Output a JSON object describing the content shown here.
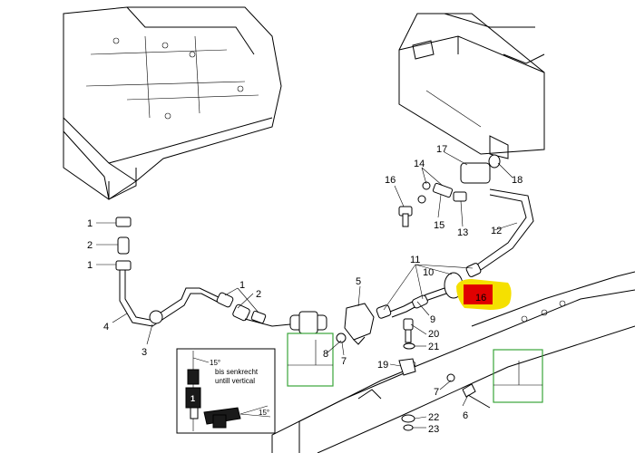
{
  "callouts": [
    {
      "id": "c1a",
      "text": "1"
    },
    {
      "id": "c2a",
      "text": "2"
    },
    {
      "id": "c1b",
      "text": "1"
    },
    {
      "id": "c4",
      "text": "4"
    },
    {
      "id": "c3",
      "text": "3"
    },
    {
      "id": "c1c",
      "text": "1"
    },
    {
      "id": "c2b",
      "text": "2"
    },
    {
      "id": "c5",
      "text": "5"
    },
    {
      "id": "c8",
      "text": "8"
    },
    {
      "id": "c7a",
      "text": "7"
    },
    {
      "id": "c9",
      "text": "9"
    },
    {
      "id": "c11",
      "text": "11"
    },
    {
      "id": "c10",
      "text": "10"
    },
    {
      "id": "c16",
      "text": "16"
    },
    {
      "id": "c14",
      "text": "14"
    },
    {
      "id": "c17",
      "text": "17"
    },
    {
      "id": "c18",
      "text": "18"
    },
    {
      "id": "c15",
      "text": "15"
    },
    {
      "id": "c13",
      "text": "13"
    },
    {
      "id": "c12",
      "text": "12"
    },
    {
      "id": "c20",
      "text": "20"
    },
    {
      "id": "c21",
      "text": "21"
    },
    {
      "id": "c19",
      "text": "19"
    },
    {
      "id": "c22",
      "text": "22"
    },
    {
      "id": "c23",
      "text": "23"
    },
    {
      "id": "c6",
      "text": "6"
    },
    {
      "id": "c7b",
      "text": "7"
    }
  ],
  "inset": {
    "angle_top": "15°",
    "line1": "bis senkrecht",
    "line2": "untill vertical",
    "angle_bottom": "15°",
    "marker": "1"
  },
  "highlight_color": "#f5e000",
  "highlight_marker_color": "#e00000",
  "box_color": "#3aa53a"
}
